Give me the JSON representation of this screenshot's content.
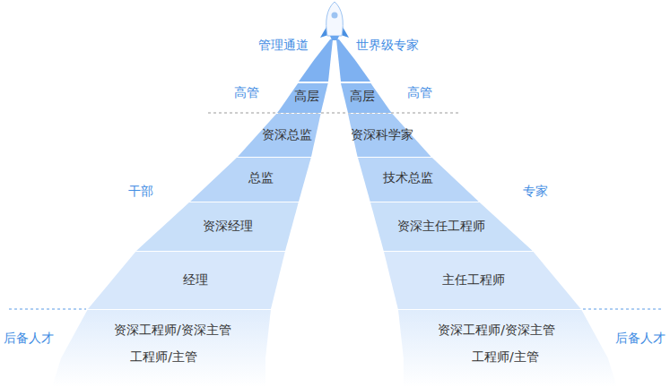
{
  "diagram": {
    "nodes": [
      {
        "text": [
          "高层"
        ]
      },
      {
        "text": [
          "资深总监"
        ]
      },
      {
        "text": [
          "总监"
        ]
      },
      {
        "text": [
          "资深经理"
        ]
      },
      {
        "text": [
          "经理"
        ]
      },
      {
        "text": [
          "资深工程师/资深主管",
          "工程师/主管"
        ]
      },
      {
        "text": [
          "高层"
        ]
      },
      {
        "text": [
          "资深科学家"
        ]
      },
      {
        "text": [
          "技术总监"
        ]
      },
      {
        "text": [
          "资深主任工程师"
        ]
      },
      {
        "text": [
          "主任工程师"
        ]
      },
      {
        "text": [
          "资深工程师/资深主管",
          "工程师/主管"
        ]
      }
    ],
    "labels": [
      "管理通道",
      "世界级专家",
      "高管",
      "高管",
      "干部",
      "专家",
      "后备人才",
      "后备人才"
    ]
  }
}
